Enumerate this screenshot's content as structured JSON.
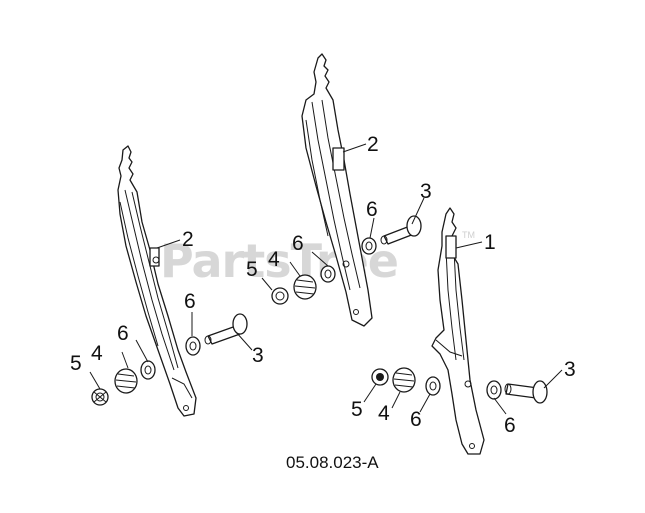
{
  "watermark": "PartsTree",
  "watermark_mark": "TM",
  "drawing_number": "05.08.023-A",
  "callouts": {
    "c1": "1",
    "c2a": "2",
    "c2b": "2",
    "c3a": "3",
    "c3b": "3",
    "c3c": "3",
    "c4a": "4",
    "c4b": "4",
    "c4c": "4",
    "c5a": "5",
    "c5b": "5",
    "c5c": "5",
    "c6a": "6",
    "c6b": "6",
    "c6c": "6",
    "c6d": "6",
    "c6e": "6",
    "c6f": "6"
  },
  "colors": {
    "line": "#1a1a1a",
    "watermark": "#d7d7d7",
    "background": "#ffffff"
  }
}
